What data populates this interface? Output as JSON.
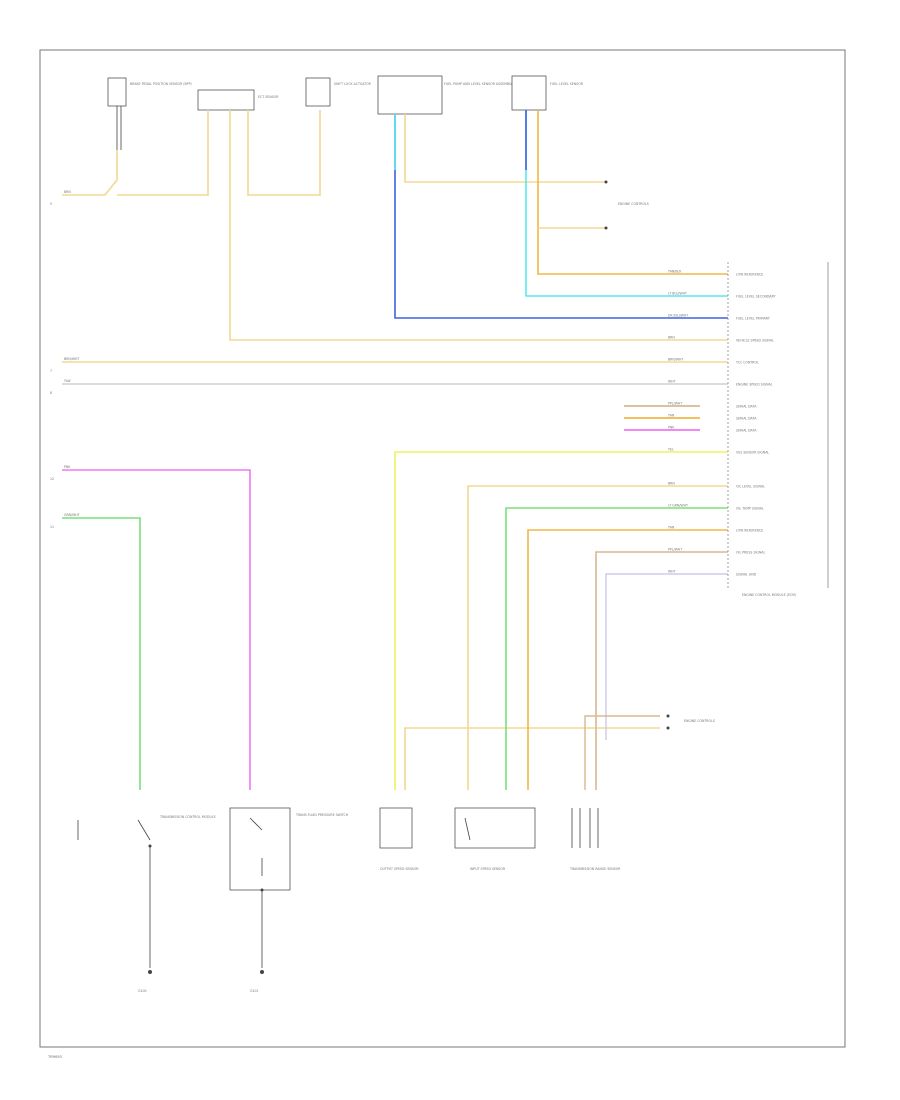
{
  "footer_code": "TR9093",
  "colors": {
    "tan": "#f2d890",
    "orange_tan": "#f0b848",
    "light_blue": "#59e8f0",
    "blue": "#4060e0",
    "yellow": "#f0f060",
    "light_green": "#7ae07a",
    "pink": "#f078f0",
    "brown_tan": "#d8b890",
    "grey": "#c8c8c8",
    "black": "#444444",
    "lilac": "#d0c8e8"
  },
  "left_labels": [
    {
      "pin": "5",
      "wire": "BRN"
    },
    {
      "pin": "7",
      "wire": "BRN/WHT"
    },
    {
      "pin": "8",
      "wire": "YLW"
    },
    {
      "pin": "12",
      "wire": "PNK"
    },
    {
      "pin": "11",
      "wire": "GRN/WHT"
    }
  ],
  "top_components": [
    {
      "label": "BRAKE PEDAL POSITION SENSOR (BPP)"
    },
    {
      "label": "ECT SENSOR"
    },
    {
      "label": "SHIFT LOCK ACTUATOR"
    },
    {
      "label": "FUEL PUMP AND LEVEL SENSOR ASSEMBLY"
    },
    {
      "label": "FUEL LEVEL SENSOR"
    }
  ],
  "pcm_pins": [
    {
      "color": "TAN/BLK",
      "signal": "LOW REFERENCE"
    },
    {
      "color": "LT BLU/WHT",
      "signal": "FUEL LEVEL SECONDARY"
    },
    {
      "color": "DK BLU/WHT",
      "signal": "FUEL LEVEL PRIMARY"
    },
    {
      "color": "BRN",
      "signal": "VEHICLE SPEED SIGNAL"
    },
    {
      "color": "BRN/WHT",
      "signal": "TCC CONTROL"
    },
    {
      "color": "WHT",
      "signal": "ENGINE SPEED SIGNAL"
    },
    {
      "color": "PPL/WHT",
      "signal": "SERIAL DATA"
    },
    {
      "color": "TAN",
      "signal": "SERIAL DATA"
    },
    {
      "color": "PNK",
      "signal": "SERIAL DATA"
    },
    {
      "color": "YEL",
      "signal": "VSS SENSOR SIGNAL"
    },
    {
      "color": "BRN",
      "signal": "OIL LEVEL SIGNAL"
    },
    {
      "color": "LT GRN/WHT",
      "signal": "OIL TEMP SIGNAL"
    },
    {
      "color": "TAN",
      "signal": "LOW REFERENCE"
    },
    {
      "color": "PPL/WHT",
      "signal": "OIL PRESS SIGNAL"
    },
    {
      "color": "WHT",
      "signal": "SIGNAL GND"
    }
  ],
  "pcm_name": "ENGINE CONTROL MODULE (ECM)",
  "bottom_components": [
    {
      "label": "TRANSMISSION CONTROL MODULE"
    },
    {
      "label": "TRANS FLUID PRESSURE SWITCH"
    },
    {
      "label": "OUTPUT SPEED SENSOR"
    },
    {
      "label": "INPUT SPEED SENSOR"
    },
    {
      "label": "TRANSMISSION RANGE SENSOR"
    }
  ],
  "grounds": [
    {
      "label": "G100"
    },
    {
      "label": "G101"
    }
  ],
  "right_notes": [
    {
      "label": "ENGINE CONTROLS"
    },
    {
      "label": "ENGINE CONTROLS"
    }
  ]
}
